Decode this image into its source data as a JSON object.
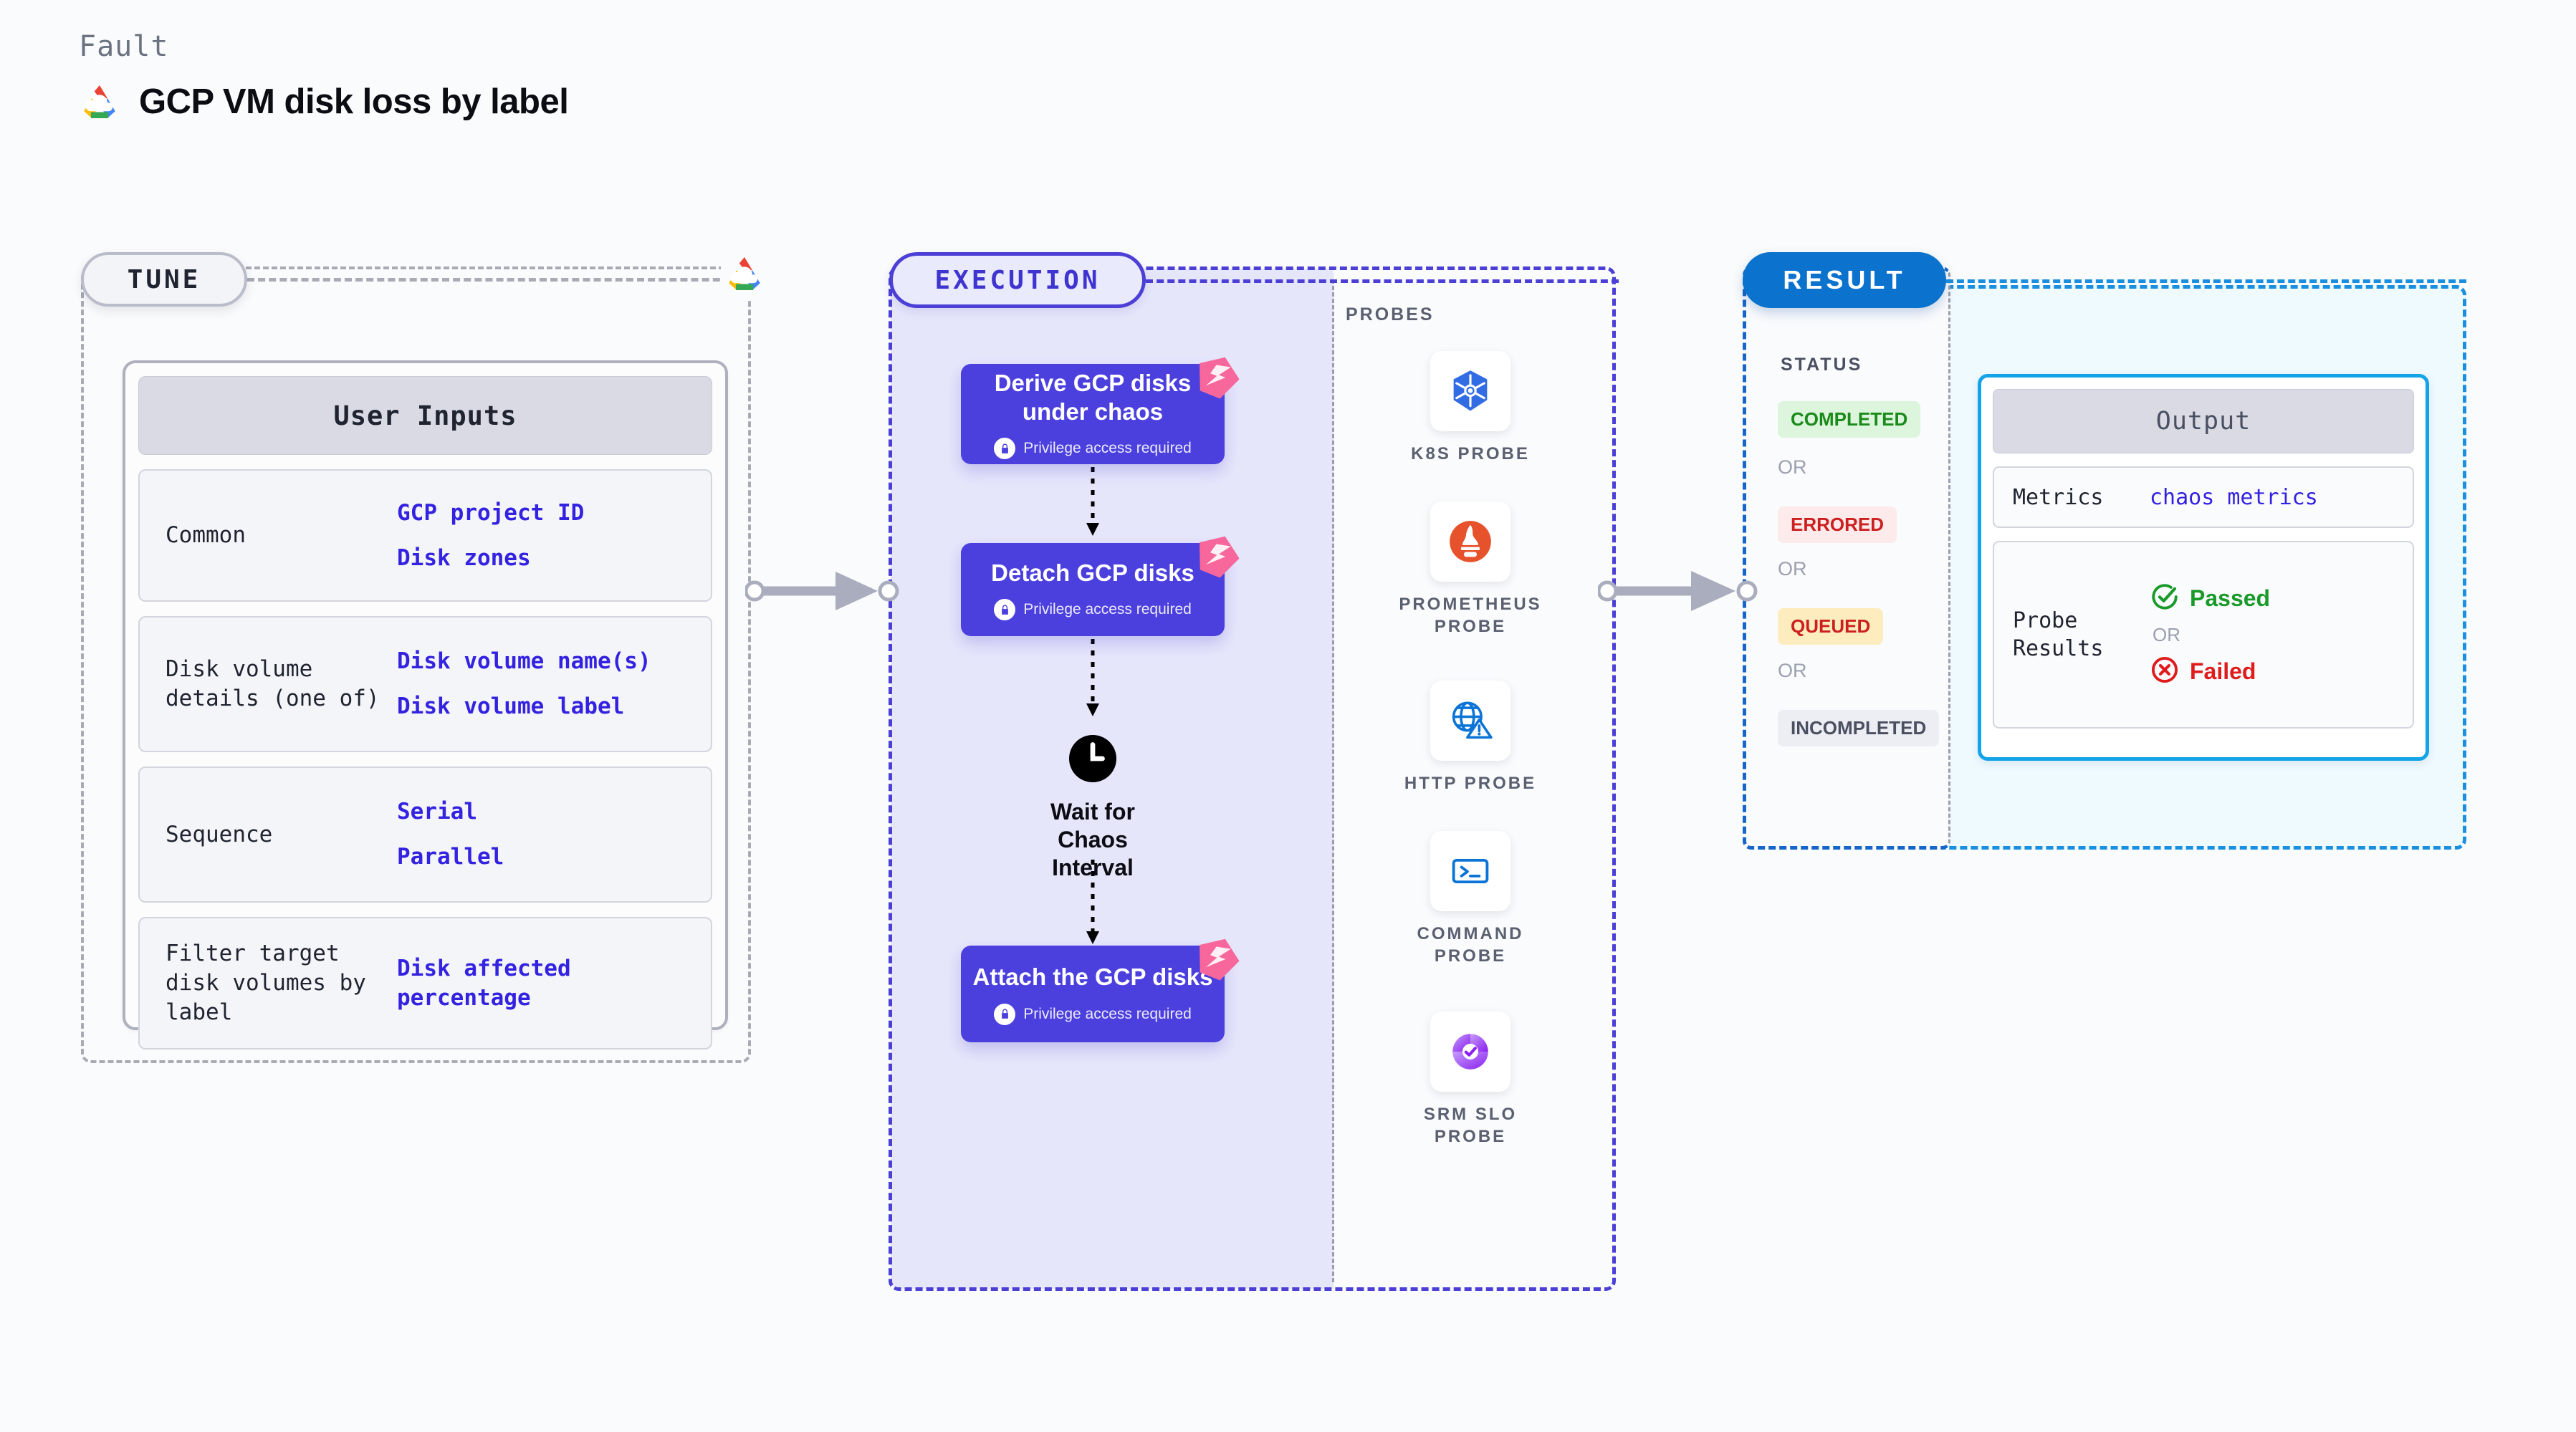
{
  "header": {
    "kicker": "Fault",
    "title": "GCP VM disk loss by label",
    "logo_icon": "gcp-logo-icon"
  },
  "tune": {
    "pill_label": "TUNE",
    "logo_icon": "gcp-logo-icon",
    "card_title": "User Inputs",
    "rows": [
      {
        "key": "Common",
        "values": [
          "GCP project ID",
          "Disk zones"
        ]
      },
      {
        "key": "Disk volume details (one of)",
        "values": [
          "Disk volume name(s)",
          "Disk volume label"
        ]
      },
      {
        "key": "Sequence",
        "values": [
          "Serial",
          "Parallel"
        ]
      },
      {
        "key": "Filter target disk volumes by label",
        "values": [
          "Disk affected percentage"
        ]
      }
    ]
  },
  "execution": {
    "pill_label": "EXECUTION",
    "privilege_note": "Privilege access required",
    "nodes": [
      {
        "label": "Derive GCP disks under chaos",
        "privileged": true,
        "badge_icon": "chaos-badge-icon"
      },
      {
        "label": "Detach GCP disks",
        "privileged": true,
        "badge_icon": "chaos-badge-icon"
      },
      {
        "label": "Attach the GCP disks",
        "privileged": true,
        "badge_icon": "chaos-badge-icon"
      }
    ],
    "wait_node": {
      "label": "Wait for Chaos Interval",
      "icon": "clock-icon"
    }
  },
  "probes": {
    "section_label": "PROBES",
    "items": [
      {
        "label": "K8S PROBE",
        "icon": "kubernetes-icon"
      },
      {
        "label": "PROMETHEUS PROBE",
        "icon": "prometheus-icon"
      },
      {
        "label": "HTTP PROBE",
        "icon": "http-globe-icon"
      },
      {
        "label": "COMMAND PROBE",
        "icon": "terminal-icon"
      },
      {
        "label": "SRM SLO PROBE",
        "icon": "srm-slo-icon"
      }
    ]
  },
  "result": {
    "pill_label": "RESULT",
    "status_label": "STATUS",
    "or_label": "OR",
    "statuses": [
      {
        "label": "COMPLETED",
        "bg": "#dcf5dc",
        "fg": "#1a8a1a"
      },
      {
        "label": "ERRORED",
        "bg": "#fdeaea",
        "fg": "#cc1f1f"
      },
      {
        "label": "QUEUED",
        "bg": "#fdedbe",
        "fg": "#cc1f1f"
      },
      {
        "label": "INCOMPLETED",
        "bg": "#eceef4",
        "fg": "#4a5060"
      }
    ]
  },
  "output": {
    "card_title": "Output",
    "metrics_key": "Metrics",
    "metrics_value": "chaos metrics",
    "probe_results_key": "Probe Results",
    "passed_label": "Passed",
    "failed_label": "Failed",
    "or_label": "OR",
    "passed_icon": "check-circle-icon",
    "failed_icon": "x-circle-icon"
  },
  "colors": {
    "accent_indigo": "#4b40dd",
    "accent_blue": "#0b72ce",
    "accent_cyan": "#13a4e8",
    "value_blue": "#3322e0",
    "badge_pink": "#f8679b",
    "page_bg": "#fafbfc"
  }
}
